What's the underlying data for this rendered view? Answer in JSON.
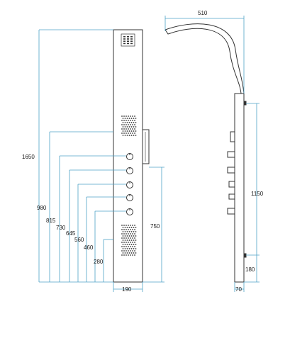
{
  "dimensions": {
    "front": {
      "total_height": "1650",
      "width": "190",
      "height_980": "980",
      "height_815": "815",
      "height_730": "730",
      "height_645": "645",
      "height_560": "560",
      "height_460": "460",
      "height_280": "280",
      "handshower_height": "750"
    },
    "side": {
      "arm_reach": "510",
      "mount_spacing": "1150",
      "bottom_height": "180",
      "depth": "70"
    }
  },
  "colors": {
    "outline": "#333333",
    "dimension_line": "#4fa3c7",
    "text": "#1a1a1a"
  },
  "icons": {
    "nozzle_grid": "dot-grid",
    "valve_knob": "circle-knob"
  }
}
